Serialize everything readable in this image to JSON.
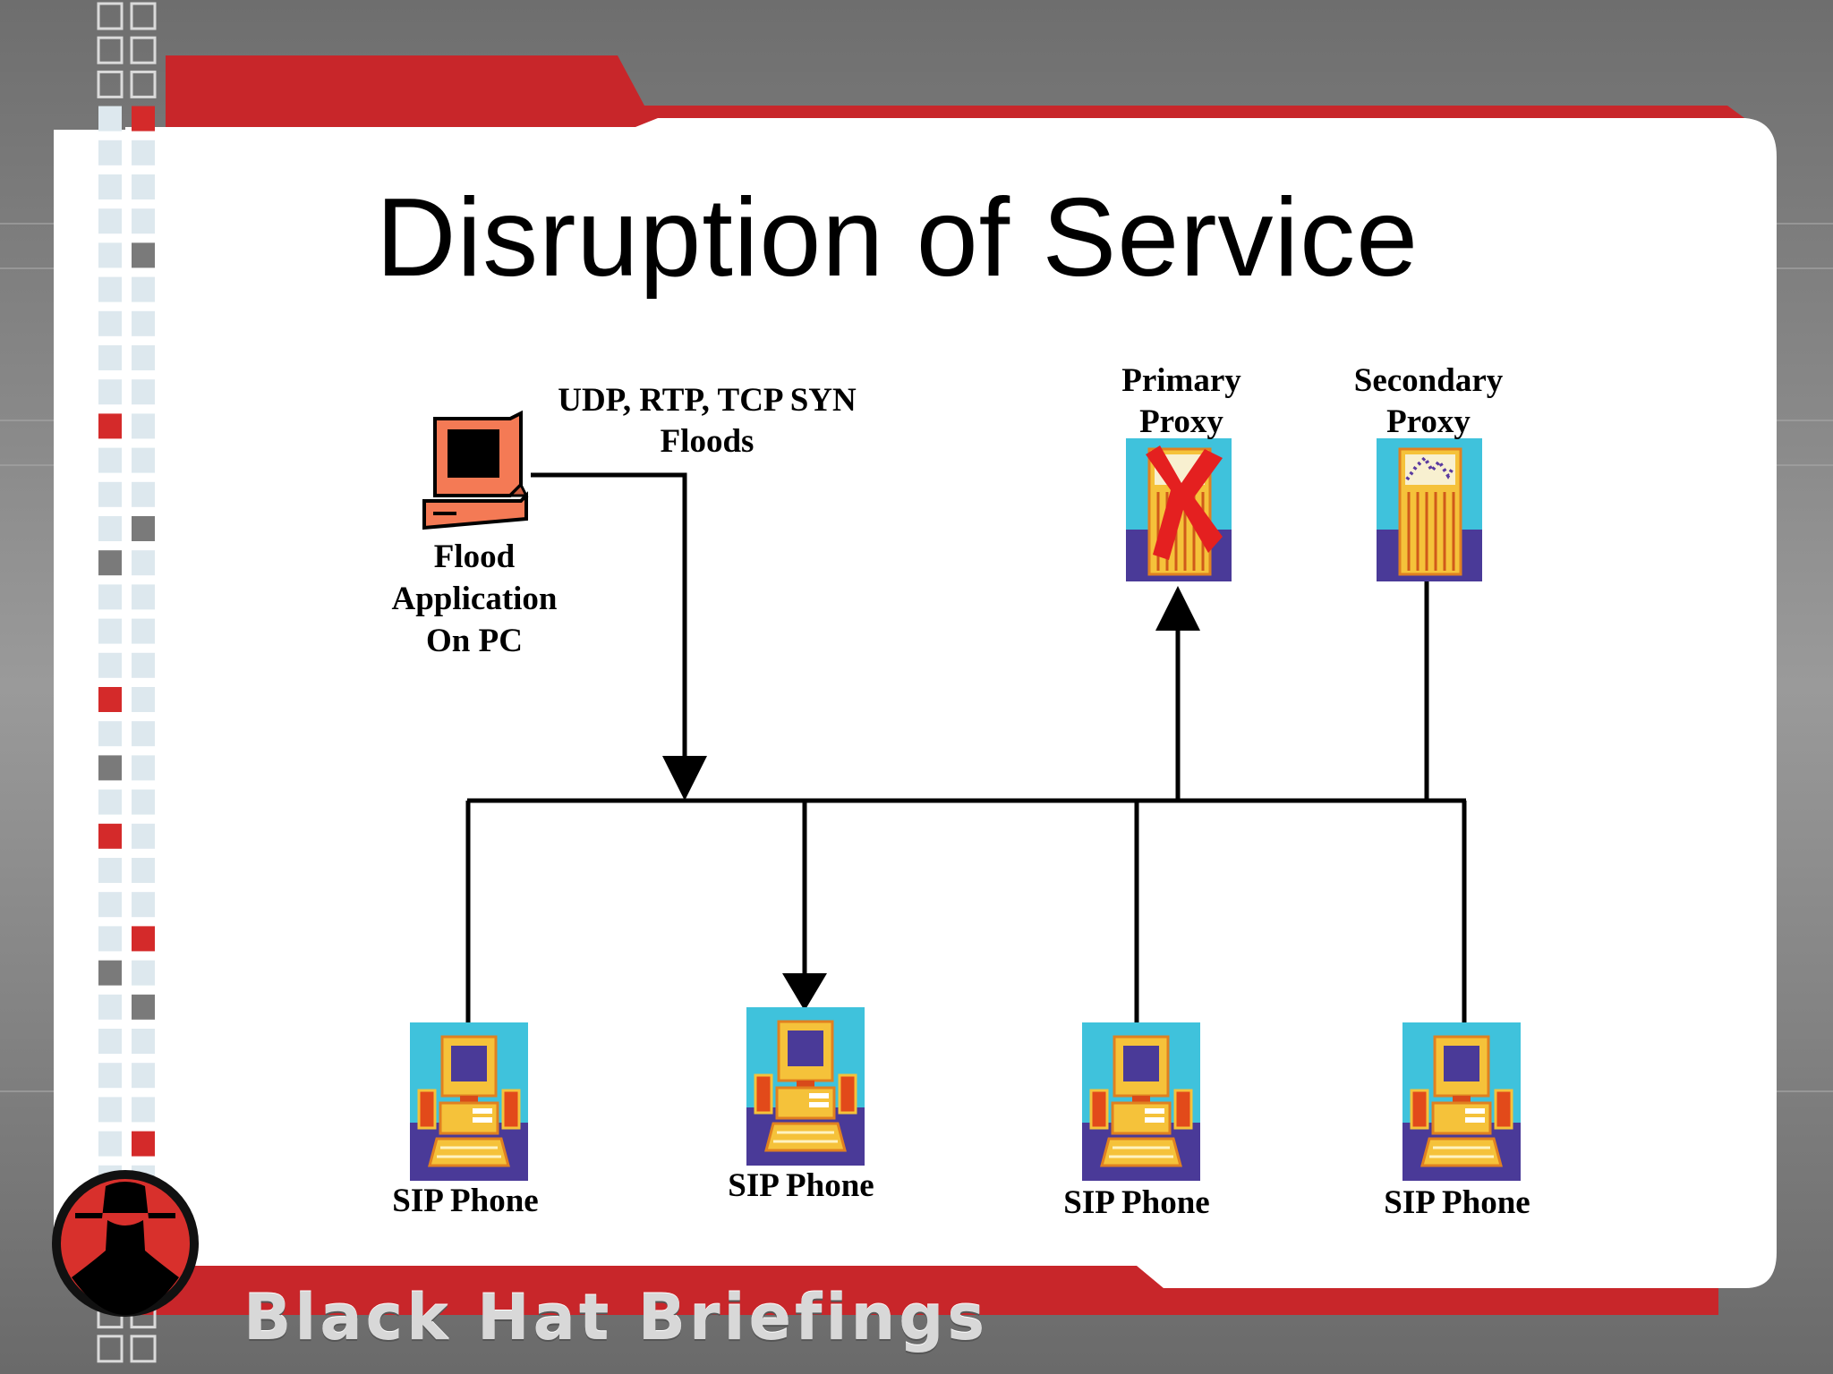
{
  "slide": {
    "title": "Disruption of Service",
    "footer": "Black Hat Briefings"
  },
  "diagram": {
    "attacker": {
      "label_lines": [
        "Flood",
        "Application",
        "On PC"
      ],
      "flood_lines": [
        "UDP, RTP, TCP SYN",
        "Floods"
      ]
    },
    "primary_proxy": {
      "label_lines": [
        "Primary",
        "Proxy"
      ],
      "status": "failed"
    },
    "secondary_proxy": {
      "label_lines": [
        "Secondary",
        "Proxy"
      ]
    },
    "phones": [
      {
        "label": "SIP Phone"
      },
      {
        "label": "SIP Phone"
      },
      {
        "label": "SIP Phone"
      },
      {
        "label": "SIP Phone"
      }
    ]
  },
  "colors": {
    "accent_red": "#d42a2a",
    "computer_orange": "#f47a55",
    "device_cyan": "#3fc2dc",
    "device_purple": "#4a3a98",
    "device_gold": "#f5c23a"
  }
}
